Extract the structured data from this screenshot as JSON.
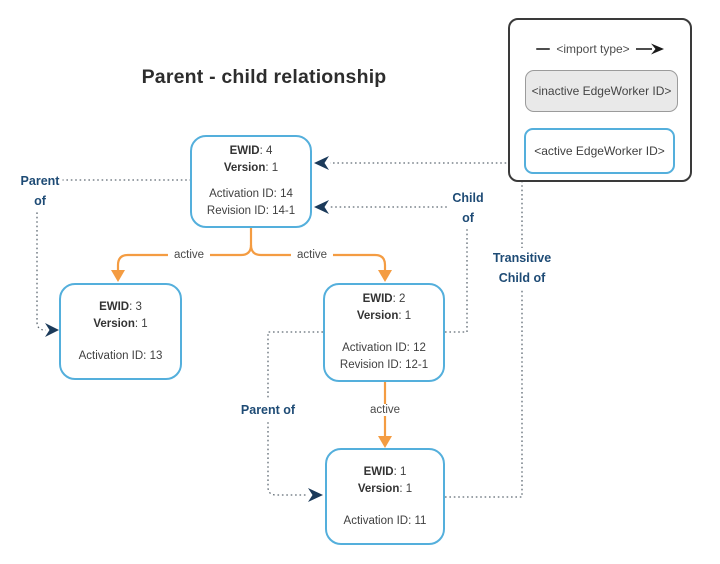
{
  "title": "Parent - child relationship",
  "legend": {
    "import_type_label": "<import type>",
    "inactive_label": "<inactive EdgeWorker ID>",
    "active_label": "<active EdgeWorker ID>"
  },
  "labels": {
    "parent_of_left_line1": "Parent",
    "parent_of_left_line2": "of",
    "child_of_line1": "Child",
    "child_of_line2": "of",
    "transitive_line1": "Transitive",
    "transitive_line2": "Child of",
    "parent_of_mid": "Parent of",
    "active": "active"
  },
  "nodes": {
    "ewid4": {
      "fields": [
        {
          "b": "EWID",
          "r": ": 4"
        },
        {
          "b": "Version",
          "r": ": 1"
        }
      ],
      "details": [
        "Activation ID: 14",
        "Revision ID: 14-1"
      ]
    },
    "ewid3": {
      "fields": [
        {
          "b": "EWID",
          "r": ": 3"
        },
        {
          "b": "Version",
          "r": ": 1"
        }
      ],
      "details": [
        "Activation ID: 13"
      ]
    },
    "ewid2": {
      "fields": [
        {
          "b": "EWID",
          "r": ": 2"
        },
        {
          "b": "Version",
          "r": ": 1"
        }
      ],
      "details": [
        "Activation ID: 12",
        "Revision ID: 12-1"
      ]
    },
    "ewid1": {
      "fields": [
        {
          "b": "EWID",
          "r": ": 1"
        },
        {
          "b": "Version",
          "r": ": 1"
        }
      ],
      "details": [
        "Activation ID: 11"
      ]
    }
  },
  "colors": {
    "node_border": "#54afdc",
    "orange": "#f49c42",
    "navy_label": "#1e4b75",
    "navy_arrow": "#1b3a5a",
    "dotted_line": "#5f6a73",
    "node_text": "#3f3f3f",
    "legend_border": "#3a3a3a",
    "inactive_fill": "#e9e9e9"
  }
}
